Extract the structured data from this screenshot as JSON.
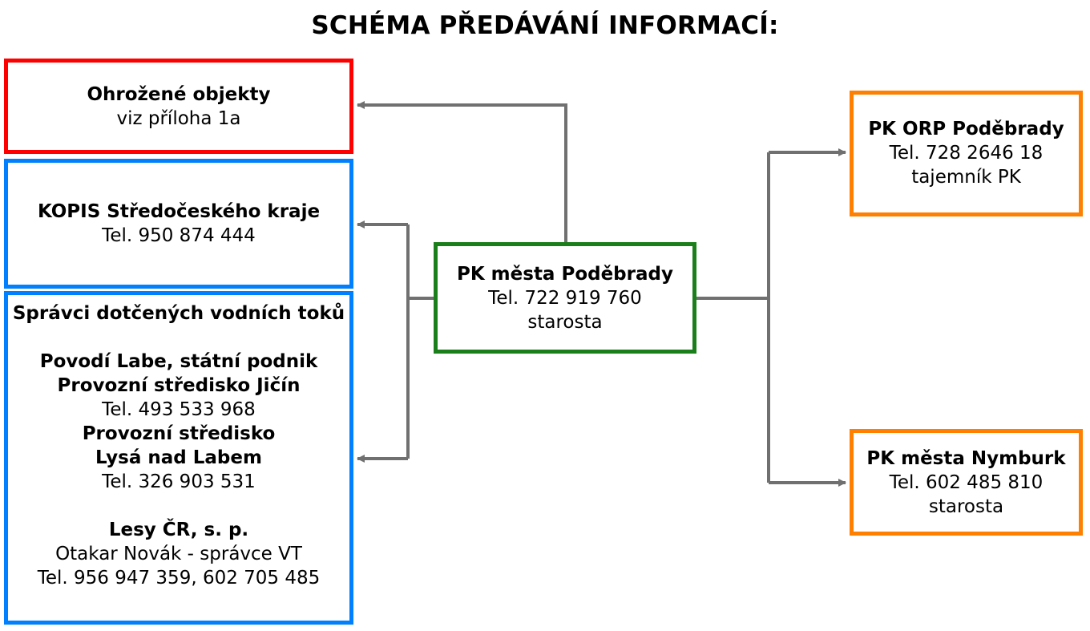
{
  "title": "SCHÉMA PŘEDÁVÁNÍ INFORMACÍ:",
  "nodes": {
    "threatened": {
      "heading": "Ohrožené objekty",
      "line1": "viz příloha 1a"
    },
    "kopis": {
      "heading": "KOPIS Středočeského kraje",
      "line1": "Tel. 950 874 444"
    },
    "water_managers": {
      "heading": "Správci dotčených vodních toků",
      "org1_name": "Povodí Labe, státní podnik",
      "org1_unit1": "Provozní středisko Jičín",
      "org1_unit1_tel": "Tel. 493 533 968",
      "org1_unit2_a": "Provozní středisko",
      "org1_unit2_b": "Lysá nad Labem",
      "org1_unit2_tel": "Tel. 326 903 531",
      "org2_name": "Lesy ČR, s. p.",
      "org2_contact": "Otakar Novák - správce VT",
      "org2_tel": "Tel. 956 947 359, 602 705 485"
    },
    "center": {
      "heading": "PK města Poděbrady",
      "line1": "Tel. 722 919 760",
      "line2": "starosta"
    },
    "orp": {
      "heading": "PK ORP Poděbrady",
      "line1": "Tel. 728 2646 18",
      "line2": "tajemník PK"
    },
    "nymburk": {
      "heading": "PK města Nymburk",
      "line1": "Tel. 602 485 810",
      "line2": "starosta"
    }
  },
  "colors": {
    "threatened_border": "#ff0000",
    "info_border": "#0080ff",
    "center_border": "#1a7f1a",
    "recipient_border": "#ff8000",
    "connector": "#707070"
  }
}
